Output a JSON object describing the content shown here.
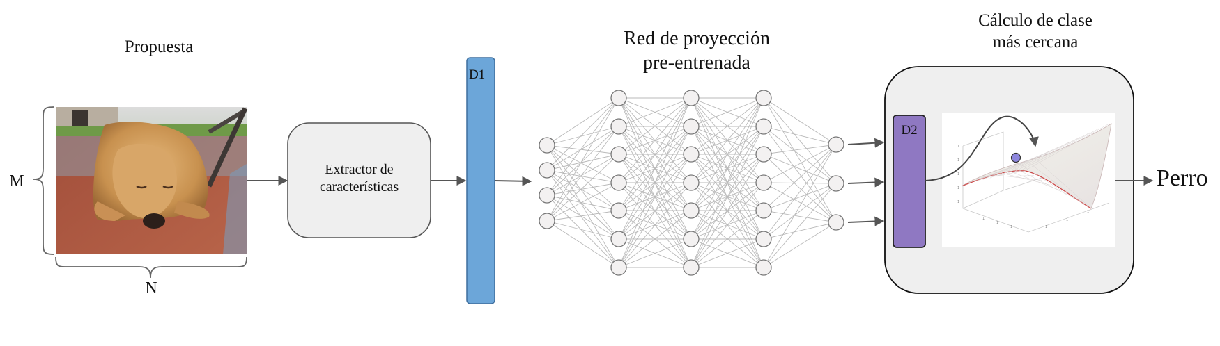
{
  "left_label": "Propuesta",
  "dim_m": "M",
  "dim_n": "N",
  "extractor": {
    "line1": "Extractor de",
    "line2": "características"
  },
  "d1": "D1",
  "d2": "D2",
  "network": {
    "line1": "Red de proyección",
    "line2": "pre-entrenada",
    "layers": [
      4,
      7,
      7,
      7,
      3
    ]
  },
  "nearest_class": {
    "line1": "Cálculo de clase",
    "line2": "más cercana"
  },
  "output": "Perro",
  "colors": {
    "d1_fill": "#6ca6d9",
    "d2_fill": "#8f78c2",
    "box_fill": "#efefef",
    "arrow": "#555555",
    "node_fill": "#f3f1f1",
    "point": "#8d86dd"
  },
  "icons": {
    "photo": "dog-photo",
    "surface": "3d-surface-plot"
  }
}
